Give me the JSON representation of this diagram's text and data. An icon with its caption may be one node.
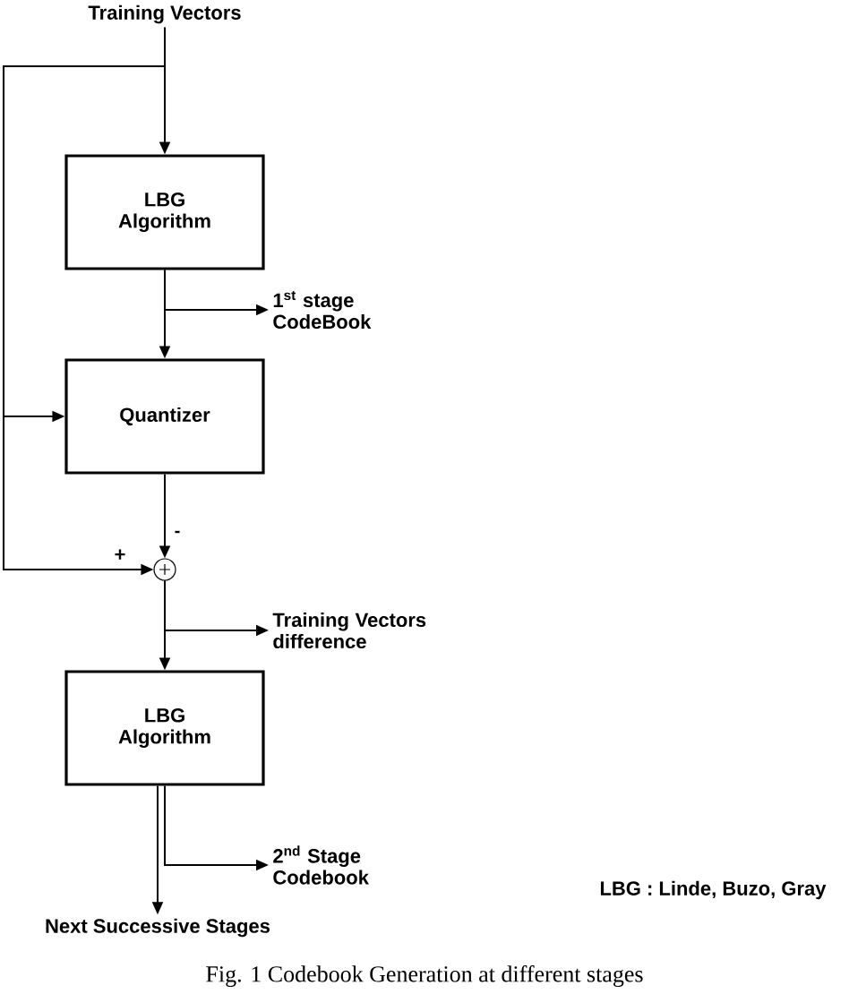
{
  "diagram": {
    "caption": "Fig. 1 Codebook Generation at different stages",
    "nodes": [
      {
        "text": [
          "Training Vectors"
        ]
      },
      {
        "text": [
          "LBG Algorithm"
        ]
      },
      {
        "text": [
          "1$^{st}$ stage CodeBook"
        ]
      },
      {
        "text": [
          "Quantizer"
        ]
      },
      {
        "text": [],
        "shape": "circle"
      },
      {
        "text": [
          "Training Vectors difference"
        ]
      },
      {
        "text": [
          "LBG Algorithm"
        ]
      },
      {
        "text": [
          "2$^{nd}$ Stage Codebook"
        ]
      },
      {
        "text": [
          "Next Successive Stages"
        ]
      }
    ],
    "edges": [
      {
        "from": 0,
        "to": 1,
        "arrow": "to"
      },
      {
        "from": 0,
        "to": 3,
        "arrow": "to"
      },
      {
        "from": 0,
        "to": 4,
        "arrow": "to"
      },
      {
        "from": 1,
        "to": 3,
        "arrow": "to"
      },
      {
        "from": 1,
        "to": 2,
        "arrow": "to"
      },
      {
        "from": 3,
        "to": 4,
        "arrow": "to"
      },
      {
        "from": 4,
        "to": 6,
        "arrow": "to"
      },
      {
        "from": 4,
        "to": 5,
        "arrow": "to"
      },
      {
        "from": 6,
        "to": 8,
        "arrow": "to"
      },
      {
        "from": 6,
        "to": 7,
        "arrow": "to"
      }
    ],
    "labels": [
      "-",
      "+",
      "LBG : Linde, Buzo, Gray"
    ]
  }
}
